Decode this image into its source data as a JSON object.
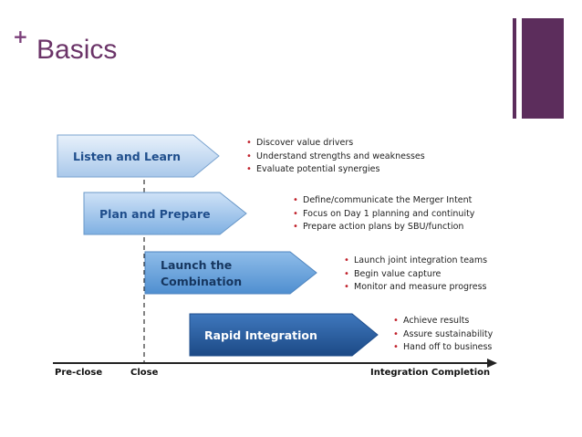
{
  "slide": {
    "plus": "+",
    "title": "Basics"
  },
  "stages": [
    {
      "label_lines": [
        "Listen and Learn"
      ],
      "bullets": [
        "Discover value drivers",
        "Understand strengths and weaknesses",
        "Evaluate potential synergies"
      ]
    },
    {
      "label_lines": [
        "Plan and Prepare"
      ],
      "bullets": [
        "Define/communicate the Merger Intent",
        "Focus on Day 1 planning and continuity",
        "Prepare action plans by SBU/function"
      ]
    },
    {
      "label_lines": [
        "Launch the",
        "Combination"
      ],
      "bullets": [
        "Launch joint integration teams",
        "Begin value capture",
        "Monitor and measure progress"
      ]
    },
    {
      "label_lines": [
        "Rapid Integration"
      ],
      "bullets": [
        "Achieve results",
        "Assure sustainability",
        "Hand off to business"
      ]
    }
  ],
  "timeline": {
    "pre_close": "Pre-close",
    "close": "Close",
    "completion": "Integration Completion"
  },
  "colors": {
    "title": "#6b3468",
    "accent_bar": "#5c2d5c",
    "bullet": "#c0202a",
    "stage_dark": "#1f4e8c"
  }
}
